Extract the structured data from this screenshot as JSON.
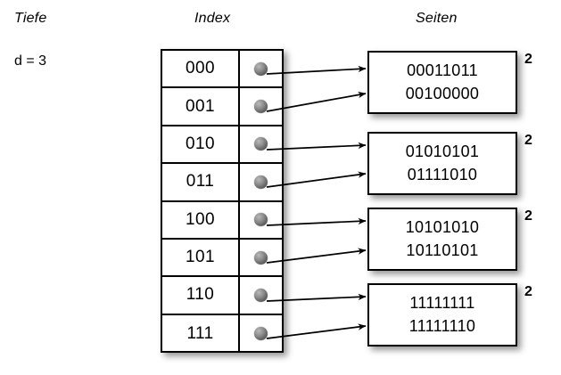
{
  "columns": {
    "depth_heading": "Tiefe",
    "index_heading": "Index",
    "pages_heading": "Seiten"
  },
  "depth": {
    "label": "d = 3"
  },
  "index_table": {
    "rows": [
      {
        "key": "000",
        "pointer_icon": "gray-sphere-dot",
        "target_page": 0
      },
      {
        "key": "001",
        "pointer_icon": "gray-sphere-dot",
        "target_page": 0
      },
      {
        "key": "010",
        "pointer_icon": "gray-sphere-dot",
        "target_page": 1
      },
      {
        "key": "011",
        "pointer_icon": "gray-sphere-dot",
        "target_page": 1
      },
      {
        "key": "100",
        "pointer_icon": "gray-sphere-dot",
        "target_page": 2
      },
      {
        "key": "101",
        "pointer_icon": "gray-sphere-dot",
        "target_page": 2
      },
      {
        "key": "110",
        "pointer_icon": "gray-sphere-dot",
        "target_page": 3
      },
      {
        "key": "111",
        "pointer_icon": "gray-sphere-dot",
        "target_page": 3
      }
    ]
  },
  "pages": [
    {
      "line1": "00011011",
      "line2": "00100000",
      "count": "2"
    },
    {
      "line1": "01010101",
      "line2": "01111010",
      "count": "2"
    },
    {
      "line1": "10101010",
      "line2": "10110101",
      "count": "2"
    },
    {
      "line1": "11111111",
      "line2": "11111110",
      "count": "2"
    }
  ],
  "colors": {
    "background": "#ffffff",
    "stroke": "#000000",
    "dot_light": "#b9b9b9",
    "dot_dark": "#3c3c3c",
    "shadow": "rgba(0,0,0,0.42)"
  }
}
